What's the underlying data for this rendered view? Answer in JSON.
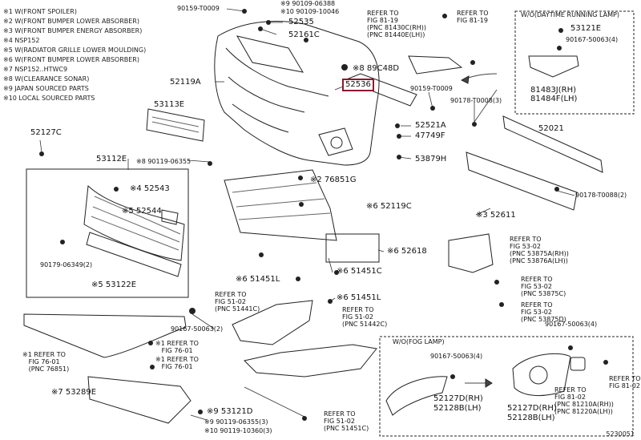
{
  "notes": [
    "※1 W(FRONT SPOILER)",
    "※2 W(FRONT BUMPER LOWER ABSORBER)",
    "※3 W(FRONT BUMPER ENERGY ABSORBER)",
    "※4 NSP152",
    "※5 W(RADIATOR GRILLE LOWER MOULDING)",
    "※6 W(FRONT BUMPER LOWER ABSORBER)",
    "※7 NSP152..HTWC9",
    "※8 W(CLEARANCE SONAR)",
    "※9  JAPAN SOURCED PARTS",
    "※10 LOCAL SOURCED PARTS"
  ],
  "labels": {
    "l01": "90159-T0009",
    "l02a": "※9 90109-06388",
    "l02b": "※10 90109-10046",
    "l03": "52535",
    "l04": "52161C",
    "l05": "※8 89C48D",
    "l06": "52119A",
    "l07": "53113E",
    "l08": "52127C",
    "l09": "53112E",
    "l10": "※8 90119-06355",
    "l11": "※4 52543",
    "l12": "※5 52544",
    "l13": "90179-06349(2)",
    "l14": "※5 53122E",
    "l15": "※2 76851G",
    "l16": "※6 52119C",
    "l17": "※6 52618",
    "l18": "※6 51451C",
    "l19": "※6 51451L",
    "l20": "※6 51451L",
    "l21": "52536",
    "l22": "90159-T0009",
    "l23": "52521A",
    "l24": "47749F",
    "l25": "53879H",
    "l26": "53121E",
    "l27": "90167-50063(4)",
    "l28a": "81483J(RH)",
    "l28b": "81484F(LH)",
    "l29": "90178-T0008(3)",
    "l30": "52021",
    "l31": "90178-T0088(2)",
    "l32": "※3 52611",
    "l33": "90167-50063(2)",
    "l34": "※7 53289E",
    "l35": "※9 53121D",
    "l36a": "※9  90119-06355(3)",
    "l36b": "※10 90119-10360(3)",
    "l37": "90167-50063(4)",
    "l38": "90167-50063(4)",
    "l39a": "52127D(RH)",
    "l39b": "52128B(LH)",
    "l40a": "52127D(RH)",
    "l40b": "52128B(LH)"
  },
  "refs": {
    "r1": "REFER TO\nFIG 81-19\n(PNC 81430C(RH))\n(PNC 81440E(LH))",
    "r2": "REFER TO\nFIG 81-19",
    "r3": "REFER TO\nFIG 53-02\n(PNC 53875A(RH))\n(PNC 53876A(LH))",
    "r4": "REFER TO\nFIG 53-02\n(PNC 53875C)",
    "r5": "REFER TO\nFIG 53-02\n(PNC 53875D)",
    "r6": "REFER TO\nFIG 51-02\n(PNC 51441C)",
    "r7": "REFER TO\nFIG 51-02\n(PNC 51442C)",
    "r8": "※1 REFER TO\n   FIG 76-01\n   (PNC 76851)",
    "r9": "※1 REFER TO\n   FIG 76-01",
    "r10": "※1 REFER TO\n   FIG 76-01",
    "r11": "REFER TO\nFIG 51-02\n(PNC 51451C)",
    "r12": "REFER TO\nFIG 81-02\n(PNC 81210A(RH))\n(PNC 81220A(LH))",
    "r13": "REFER TO\nFIG 81-02"
  },
  "sections": {
    "drl": "W/O(DAYTIME RUNNING LAMP)",
    "fog": "W/O(FOG LAMP)"
  },
  "highlight_color": "#8b1a2e",
  "diagram_code": "5230051"
}
